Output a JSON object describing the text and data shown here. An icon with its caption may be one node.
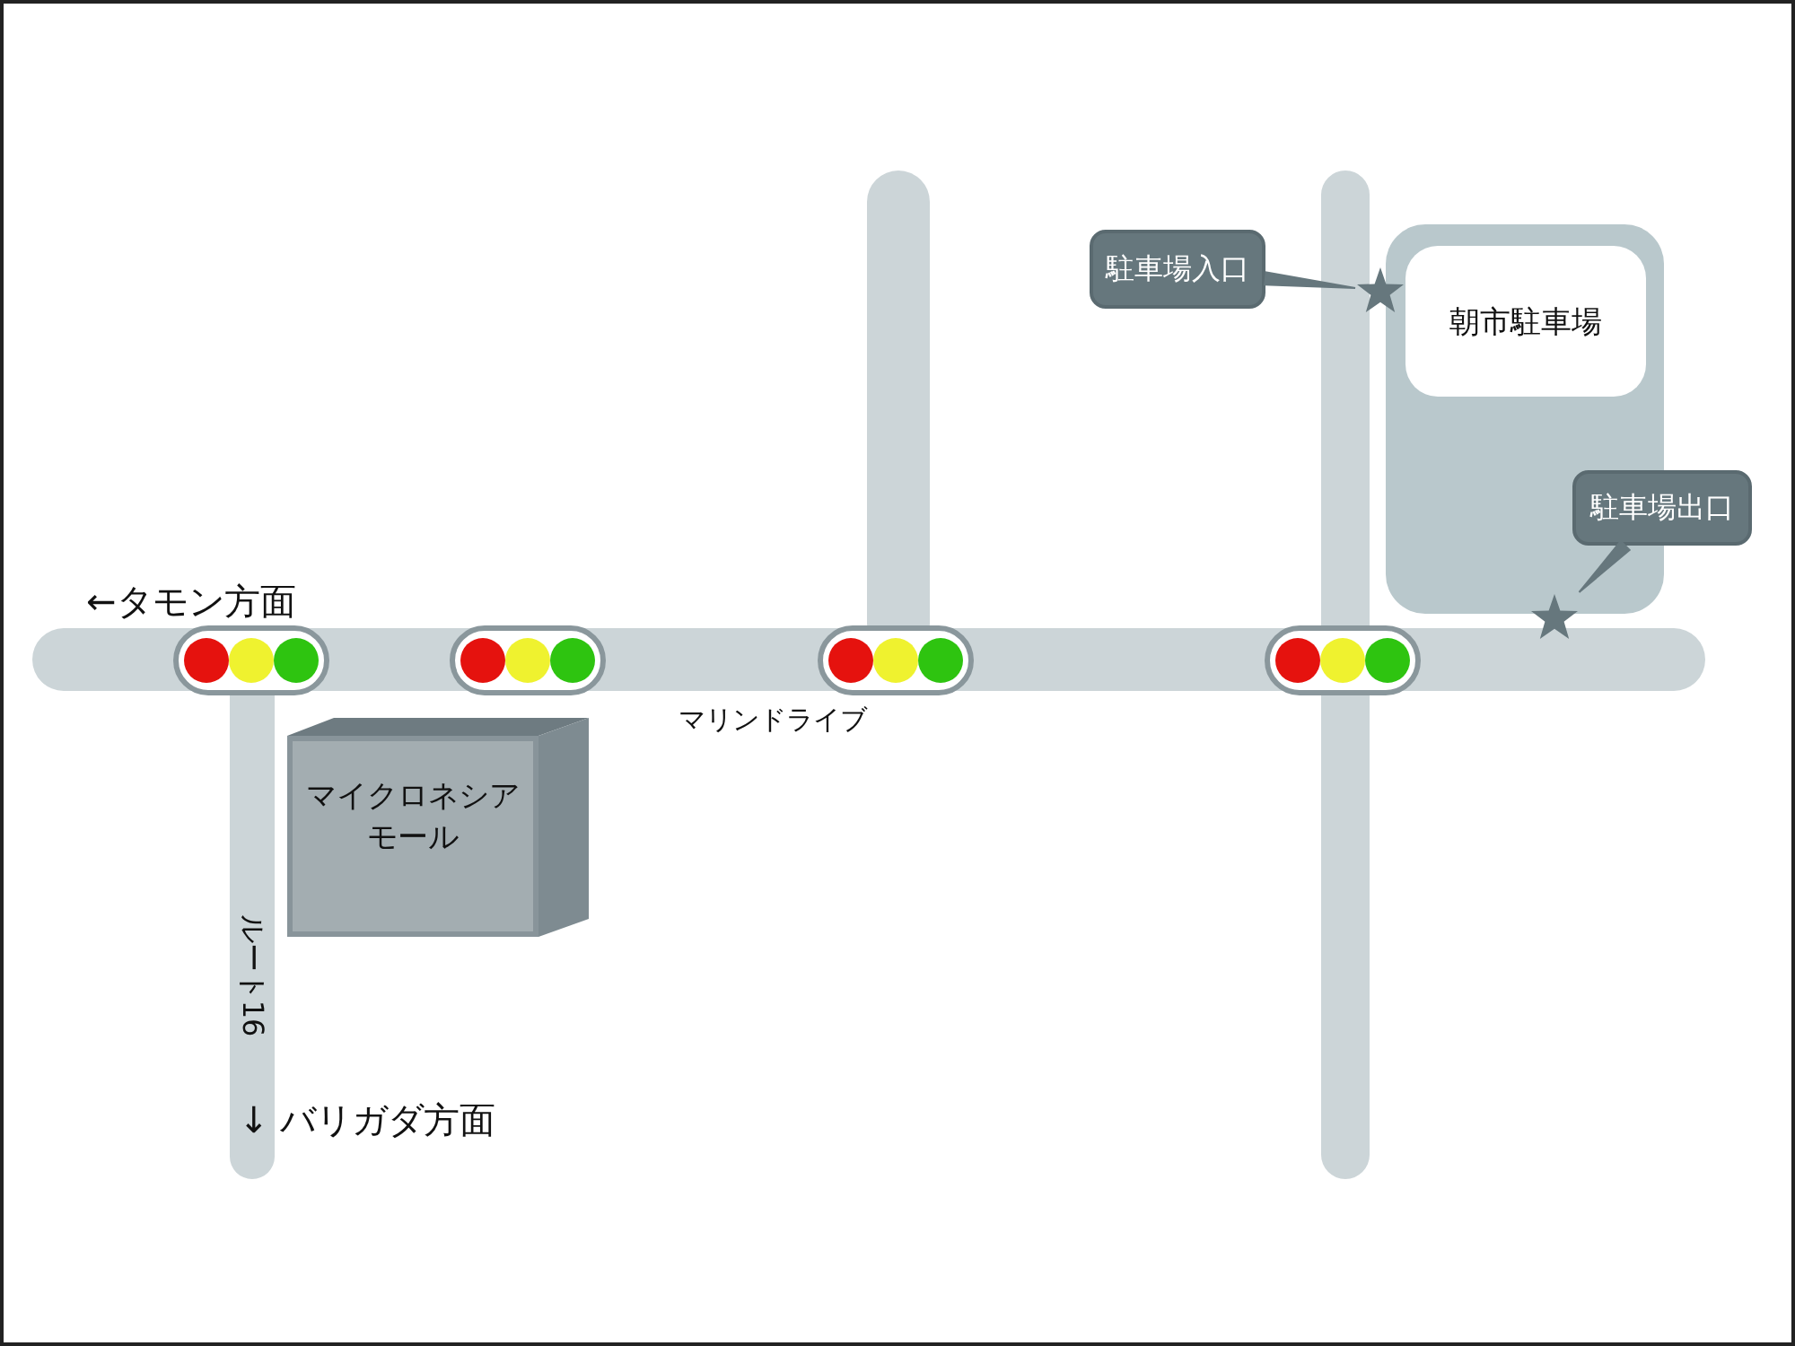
{
  "diagram": {
    "nodes": [
      {
        "text": [],
        "shape": "box"
      },
      {
        "text": [
          "朝市駐車場"
        ],
        "in": 0
      },
      {
        "text": [
          "駐車場入口"
        ]
      },
      {
        "text": [],
        "shape": "star"
      },
      {
        "text": [
          "駐車場出口"
        ]
      },
      {
        "text": [],
        "shape": "star"
      },
      {
        "text": [
          "マイクロネシアモール"
        ]
      }
    ],
    "edges": [
      {
        "from": 2,
        "to": 3,
        "arrow": "none"
      },
      {
        "from": 4,
        "to": 5,
        "arrow": "none"
      }
    ],
    "labels": [
      "←タモン方面",
      "マリンドライブ",
      "ルート16",
      "↓ バリガダ方面"
    ]
  }
}
